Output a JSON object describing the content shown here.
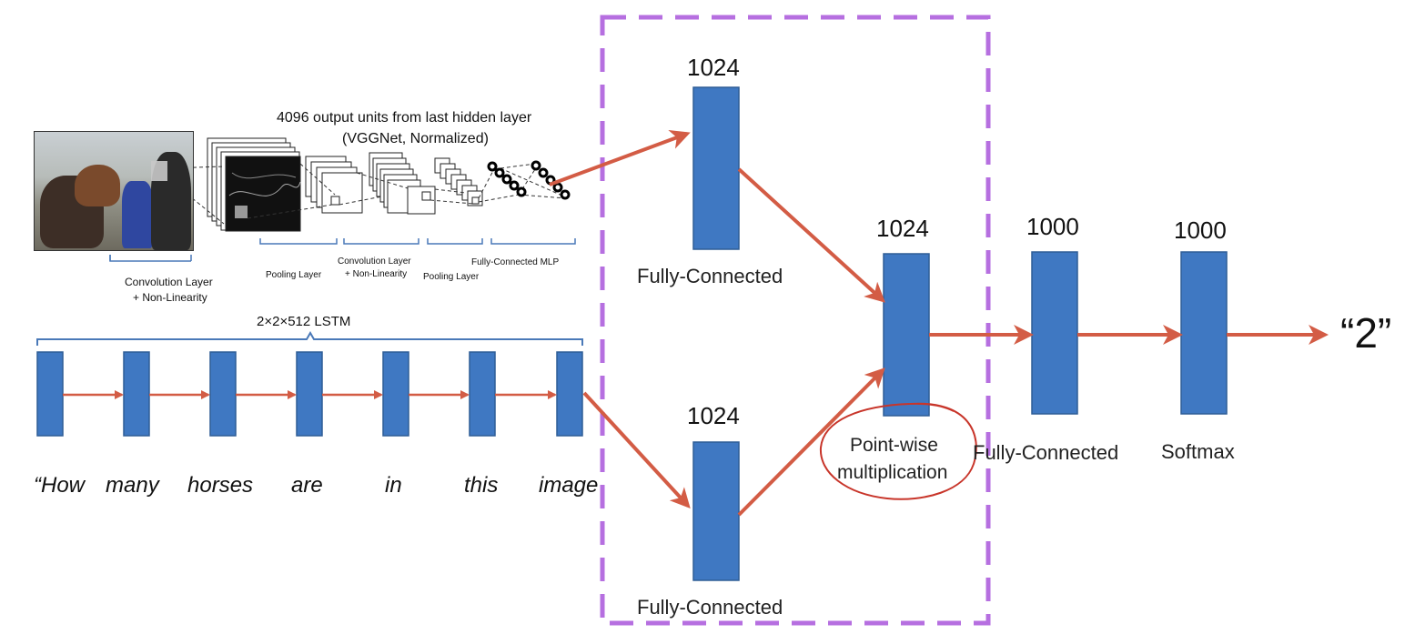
{
  "cnn": {
    "output_caption_line1": "4096 output  units from last hidden layer",
    "output_caption_line2": "(VGGNet, Normalized)",
    "stage_labels": {
      "conv1_line1": "Convolution Layer",
      "conv1_line2": "+ Non-Linearity",
      "pool1": "Pooling Layer",
      "conv2_line1": "Convolution Layer",
      "conv2_line2": "+ Non-Linearity",
      "pool2": "Pooling  Layer",
      "mlp": "Fully-Connected MLP"
    }
  },
  "lstm": {
    "label": "2×2×512 LSTM",
    "words": [
      "“How",
      "many",
      "horses",
      "are",
      "in",
      "this",
      "image"
    ]
  },
  "blocks": {
    "top_fc": {
      "dim": "1024",
      "label": "Fully-Connected"
    },
    "bottom_fc": {
      "dim": "1024",
      "label": "Fully-Connected"
    },
    "pointwise": {
      "dim": "1024",
      "label_line1": "Point-wise",
      "label_line2": "multiplication"
    },
    "final_fc": {
      "dim": "1000",
      "label": "Fully-Connected"
    },
    "softmax": {
      "dim": "1000",
      "label": "Softmax"
    }
  },
  "answer": "“2”",
  "colors": {
    "block_fill": "#3f78c2",
    "block_stroke": "#2f5d96",
    "arrow": "#d35c45",
    "dashed_box": "#b66fe0",
    "annotation_circle": "#c8352a",
    "brace": "#4a79b8"
  }
}
